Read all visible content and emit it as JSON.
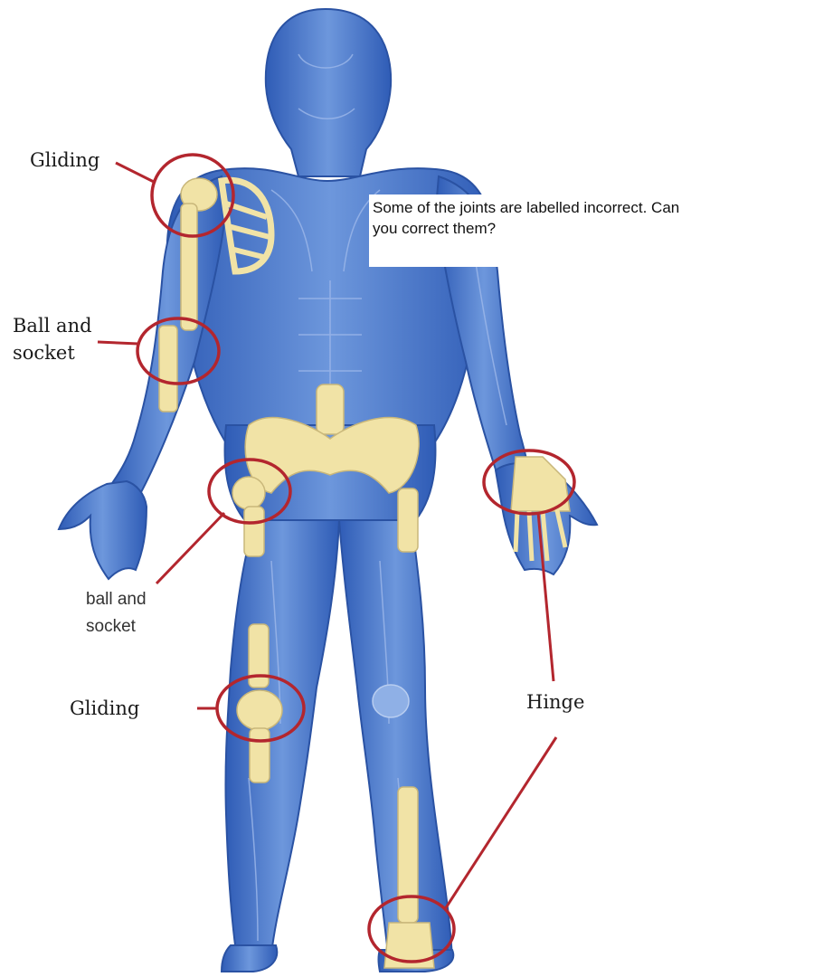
{
  "question": {
    "line1": "Some of the joints are labelled incorrect.  Can",
    "line2": "you correct them?"
  },
  "labels": {
    "shoulder": "Gliding",
    "elbow_line1": "Ball and",
    "elbow_line2": "socket",
    "hip_line1": "ball and",
    "hip_line2": "socket",
    "knee": "Gliding",
    "hinge": "Hinge"
  },
  "colors": {
    "marker": "#b3262e",
    "body": "#3d6cc4",
    "bone": "#f1e3a6",
    "background": "#ffffff"
  }
}
